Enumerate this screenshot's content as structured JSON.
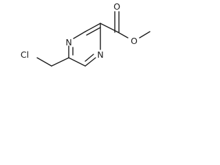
{
  "structure": {
    "labels": {
      "n_top": "N",
      "n_bottom": "N",
      "o_carbonyl": "O",
      "o_ester": "O",
      "cl": "Cl"
    }
  }
}
